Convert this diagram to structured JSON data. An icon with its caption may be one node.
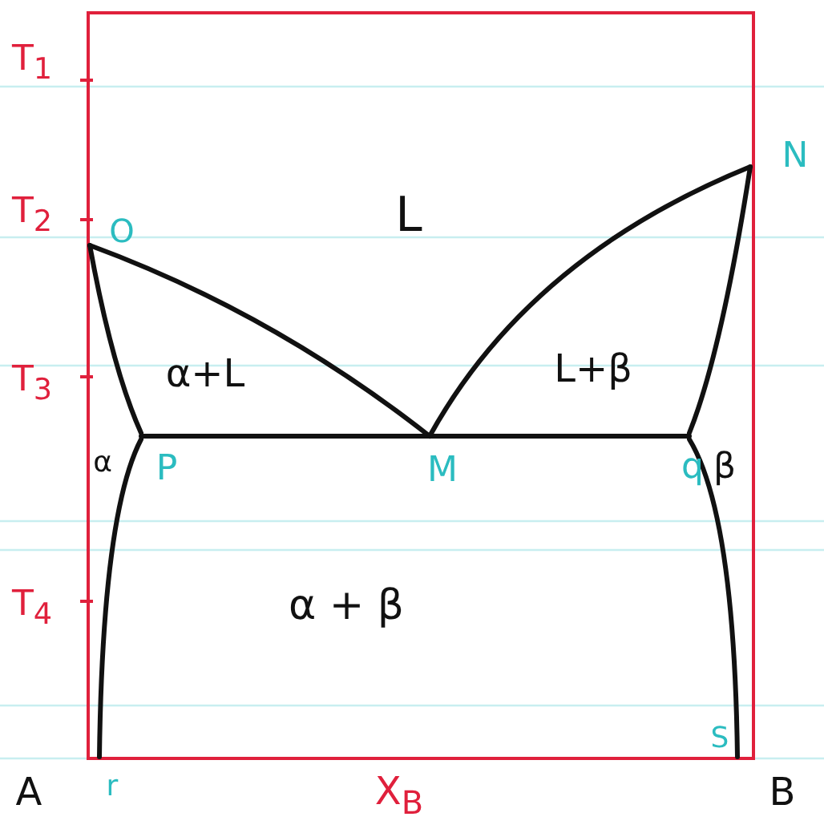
{
  "diagram": {
    "labels": [
      "T$_{1}$",
      "T$_{2}$",
      "O",
      "L",
      "N",
      "T$_{3}$",
      "α+L",
      "L+β",
      "β",
      "α",
      "P",
      "M",
      "q",
      "T$_{4}$",
      "α + β",
      "S",
      "A",
      "r",
      "X$_{B}$",
      "B"
    ]
  }
}
